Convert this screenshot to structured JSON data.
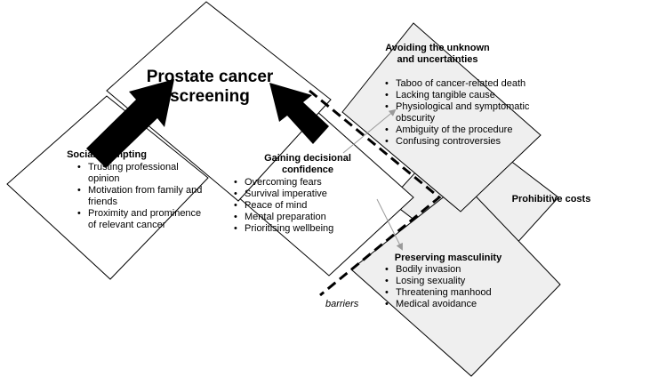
{
  "title": "Prostate cancer screening",
  "social": {
    "title": "Social prompting",
    "items": [
      "Trusting professional opinion",
      "Motivation from family and friends",
      "Proximity and prominence of relevant cancer"
    ]
  },
  "confidence": {
    "title": "Gaining decisional confidence",
    "items": [
      "Overcoming fears",
      "Survival imperative",
      "Peace of mind",
      "Mental preparation",
      "Prioritising wellbeing"
    ]
  },
  "avoiding": {
    "title": "Avoiding the unknown and uncertainties",
    "items": [
      "Taboo of cancer-related death",
      "Lacking  tangible cause",
      "Physiological and symptomatic obscurity",
      "Ambiguity of the procedure",
      "Confusing controversies"
    ]
  },
  "prohibitive": {
    "title": "Prohibitive costs"
  },
  "masculinity": {
    "title": "Preserving masculinity",
    "items": [
      "Bodily invasion",
      "Losing sexuality",
      "Threatening manhood",
      "Medical avoidance"
    ]
  },
  "barriers_label": "barriers",
  "colors": {
    "barrier_fill": "#efefef",
    "stroke": "#000000",
    "connector": "#9a9a9a"
  }
}
